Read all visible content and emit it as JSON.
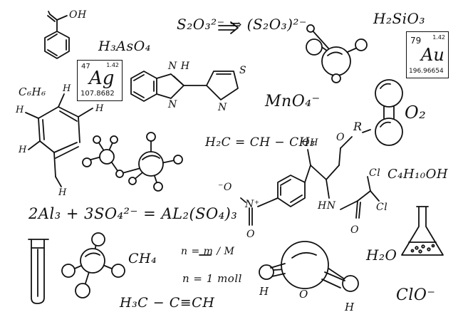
{
  "formulas": {
    "oh_top": "OH",
    "h3aso4": "H₃AsO₄",
    "thiosulfate": "S₂O₃²⁻ ⇒ (S₂O₃)²⁻",
    "h2sio3": "H₂SiO₃",
    "c6h6": "C₆H₆",
    "mno4": "MnO₄⁻",
    "o2": "O₂",
    "propene": "H₂C = CH − CH₃",
    "c4h10oh": "C₄H₁₀OH",
    "sulfate_eq": "2Al₃ + 3SO₄²⁻ = AL₂(SO₄)₃",
    "ch4": "CH₄",
    "n_m_over_M": "n = m / M",
    "n_1mol": "n = 1 moll",
    "propyne": "H₃C − C≡CH",
    "h2o": "H₂O",
    "clo": "ClO⁻"
  },
  "element_tiles": {
    "silver": {
      "number": "47",
      "symbol": "Ag",
      "electronegativity": "1.42",
      "mass": "107.8682"
    },
    "gold": {
      "number": "79",
      "symbol": "Au",
      "electronegativity": "1.42",
      "mass": "196.96654"
    }
  },
  "structure_labels": {
    "bz_nh": "N H",
    "bz_n": "N",
    "thz_s": "S",
    "thz_n": "N",
    "chloram_oh": "OH",
    "chloram_o": "O",
    "chloram_r": "R",
    "nitro_o_minus": "⁻O",
    "nitro_n": "N⁺",
    "nitro_o": "O",
    "hn": "HN",
    "cl1": "Cl",
    "cl2": "Cl",
    "carbonyl_o": "O",
    "hex_h1": "H",
    "hex_h2": "H",
    "hex_h3": "H",
    "hex_h4": "H",
    "hex_h5": "H",
    "water_h1": "H",
    "water_o": "O",
    "water_h2": "H"
  },
  "colors": {
    "ink": "#111111",
    "background": "#ffffff"
  }
}
